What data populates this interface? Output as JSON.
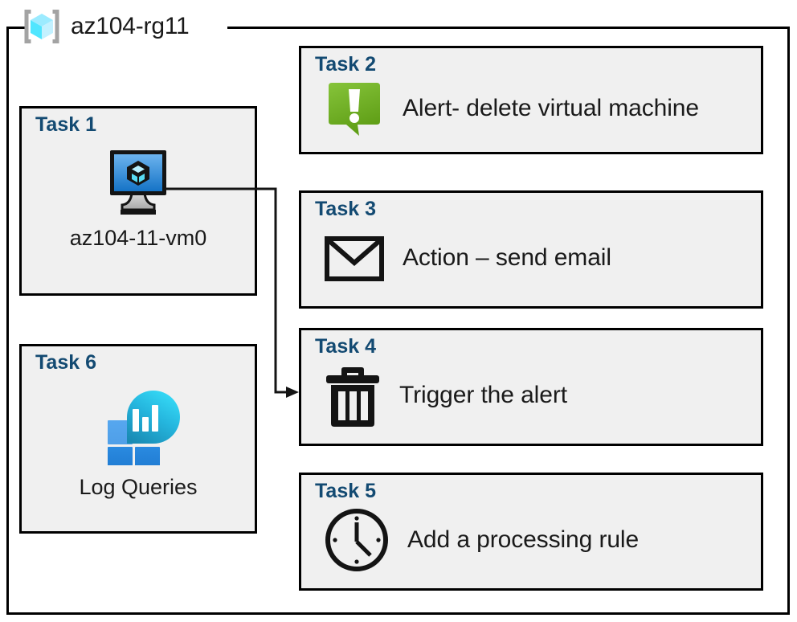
{
  "resource_group": {
    "icon": "resource-group-cube-icon",
    "name": "az104-rg11"
  },
  "colors": {
    "task_label": "#134a72",
    "box_fill": "#f0f0f0",
    "box_border": "#000000",
    "page_background": "#ffffff",
    "rg_icon_cube": "#50e6ff",
    "rg_icon_bracket": "#a3a3a3",
    "vm_screen_blue": "#2f8fe0",
    "alert_green": "#7ab929",
    "log_analytics_teal": "#32d4f5",
    "log_analytics_blue": "#2286d8"
  },
  "tasks": [
    {
      "id": "task-1",
      "label": "Task 1",
      "icon": "virtual-machine-icon",
      "caption": "az104-11-vm0",
      "layout": "vertical"
    },
    {
      "id": "task-2",
      "label": "Task 2",
      "icon": "alert-callout-exclamation-icon",
      "caption": "Alert- delete virtual machine",
      "layout": "horizontal"
    },
    {
      "id": "task-3",
      "label": "Task 3",
      "icon": "envelope-icon",
      "caption": "Action – send email",
      "layout": "horizontal"
    },
    {
      "id": "task-4",
      "label": "Task 4",
      "icon": "trash-can-icon",
      "caption": "Trigger the alert",
      "layout": "horizontal"
    },
    {
      "id": "task-5",
      "label": "Task 5",
      "icon": "clock-icon",
      "caption": "Add a processing rule",
      "layout": "horizontal"
    },
    {
      "id": "task-6",
      "label": "Task 6",
      "icon": "log-analytics-icon",
      "caption": "Log Queries",
      "layout": "vertical"
    }
  ],
  "connector": {
    "from": "task-1-virtual-machine-icon",
    "to": "task-4",
    "arrow": "arrowhead-right"
  }
}
